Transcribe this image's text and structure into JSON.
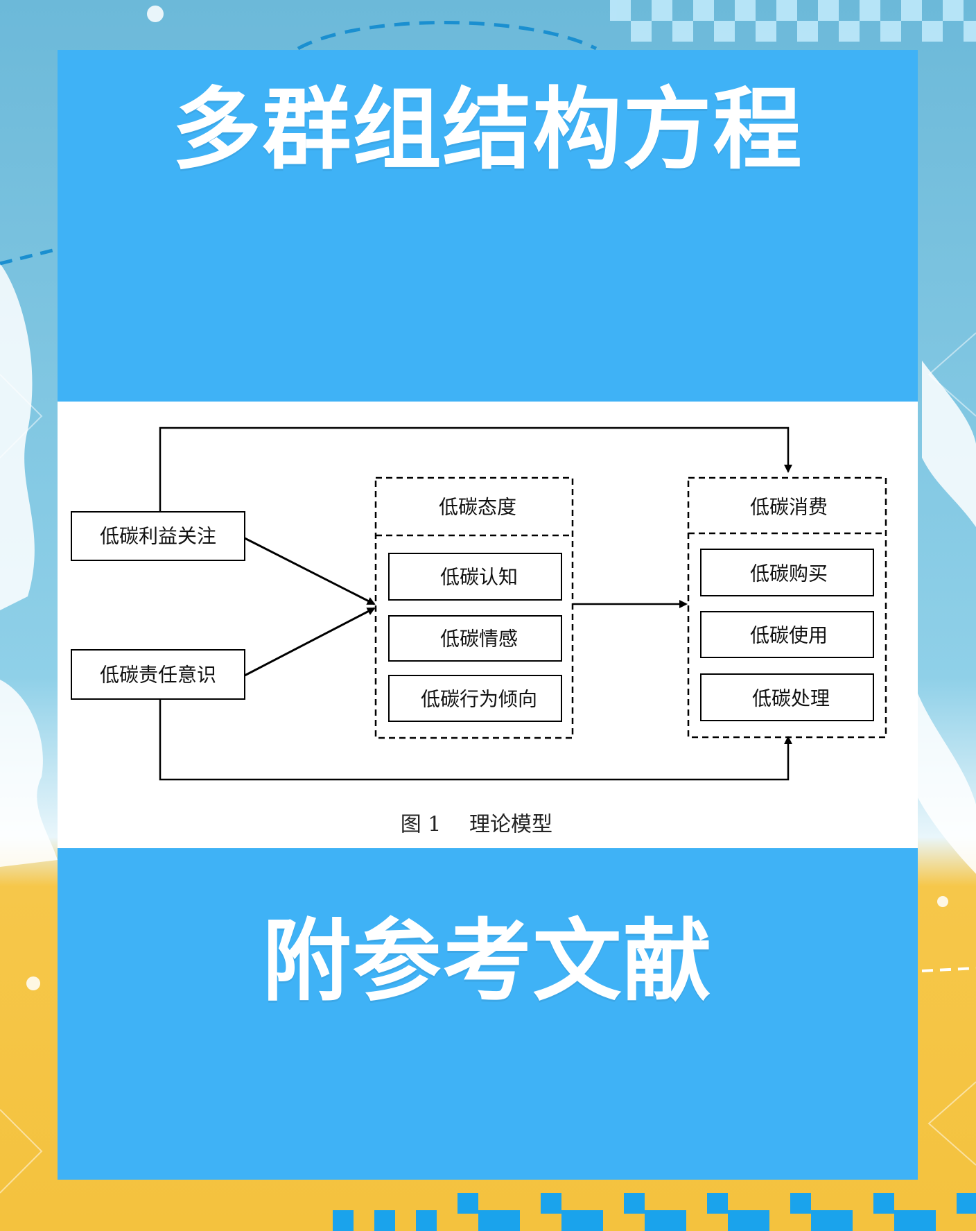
{
  "colors": {
    "panel_blue": "#3fb2f6",
    "sky_blue": "#7cc4e0",
    "sand_yellow": "#f6c74a",
    "white": "#ffffff",
    "line_black": "#000000"
  },
  "header": {
    "title": "多群组结构方程"
  },
  "figure": {
    "nodes": {
      "benefit": "低碳利益关注",
      "responsibility": "低碳责任意识",
      "attitude": "低碳态度",
      "cognition": "低碳认知",
      "emotion": "低碳情感",
      "tendency": "低碳行为倾向",
      "consumption": "低碳消费",
      "purchase": "低碳购买",
      "use": "低碳使用",
      "disposal": "低碳处理"
    },
    "caption": {
      "number": "图 1",
      "title": "理论模型"
    }
  },
  "footer": {
    "title": "附参考文献"
  }
}
